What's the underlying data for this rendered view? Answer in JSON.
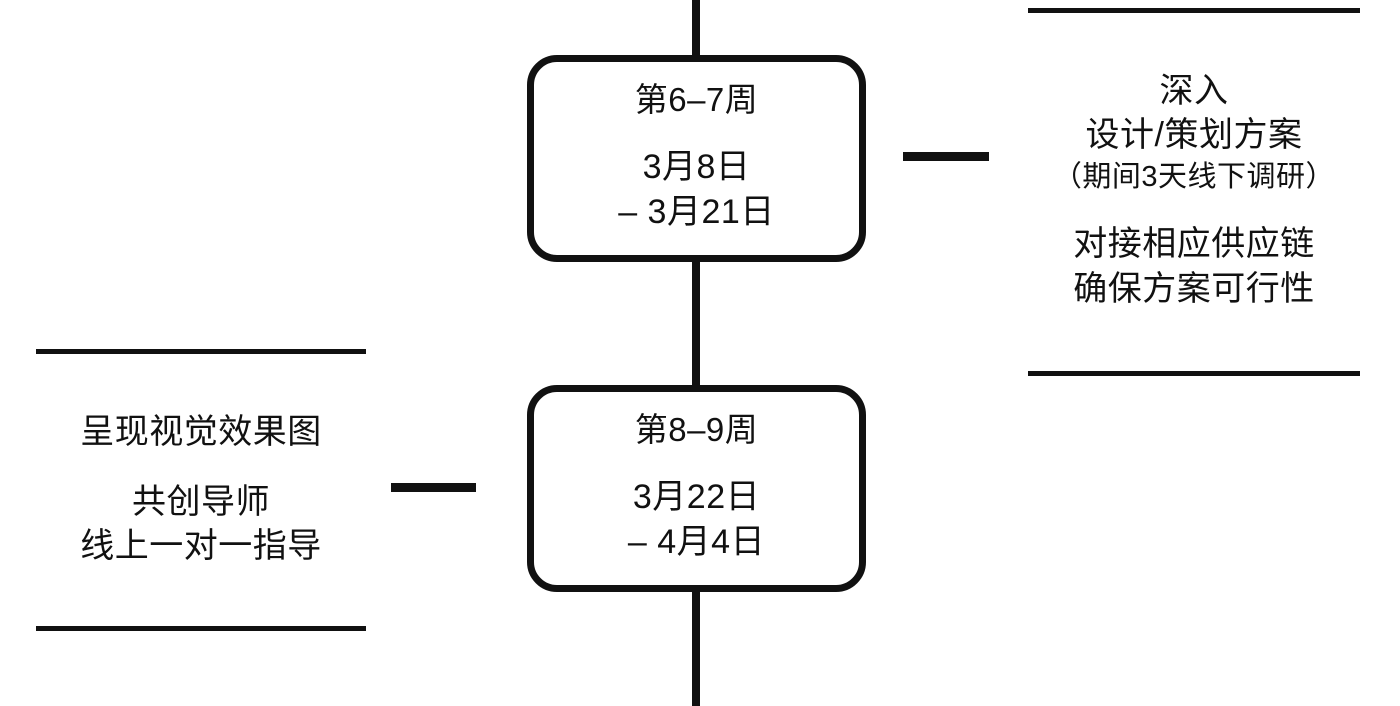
{
  "diagram": {
    "type": "vertical-timeline",
    "accent_color": "#111111",
    "background_color": "#ffffff",
    "nodes": [
      {
        "id": "week-6-7",
        "week_label": "第6–7周",
        "date_start": "3月8日",
        "date_end": "– 3月21日"
      },
      {
        "id": "week-8-9",
        "week_label": "第8–9周",
        "date_start": "3月22日",
        "date_end": "– 4月4日"
      }
    ],
    "annotations": [
      {
        "id": "annotation-week-6-7",
        "side": "right",
        "group_1": [
          "深入",
          "设计/策划方案"
        ],
        "note": "（期间3天线下调研）",
        "group_2": [
          "对接相应供应链",
          "确保方案可行性"
        ]
      },
      {
        "id": "annotation-week-8-9",
        "side": "left",
        "group_1": [
          "呈现视觉效果图"
        ],
        "group_2": [
          "共创导师",
          "线上一对一指导"
        ]
      }
    ]
  }
}
